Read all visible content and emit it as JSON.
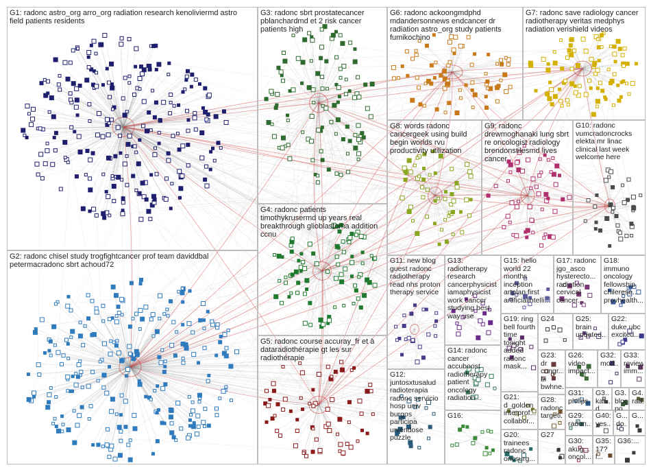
{
  "groups": [
    {
      "id": "G1",
      "label": "G1: radonc astro_org arro_org radiation research kenoliviermd astro\nfield patients residents",
      "color": "#1f1f6e"
    },
    {
      "id": "G2",
      "label": "G2: radonc chisel study trogfightcancer prof team daviddbal\npetermacradonc sbrt achoud72",
      "color": "#2f7bbd"
    },
    {
      "id": "G3",
      "label": "G3: radonc sbrt prostatecancer\npblanchardmd et 2 risk cancer\npatients high",
      "color": "#2e6b2e"
    },
    {
      "id": "G4",
      "label": "G4: radonc patients\ntimothykrusermd up years real\nbreakthrough glioblastoma addition\nccnu",
      "color": "#1f7a2e"
    },
    {
      "id": "G5",
      "label": "G5: radonc course accuray_fr et à\ndataradiothérapie gt les sur\nradiothérapie",
      "color": "#8b1a1a"
    },
    {
      "id": "G6",
      "label": "G6: radonc ackoongmdphd\nmdandersonnews endcancer dr\nradiation astro_org study patients\nfumikochino",
      "color": "#c87a1a"
    },
    {
      "id": "G7",
      "label": "G7: radonc save radiology cancer\nradiotherapy veritas medphys\nradiation verishield videos",
      "color": "#d4b000"
    },
    {
      "id": "G8",
      "label": "G8: words radonc\ncancergeek using build\nbegin worlds rvu\nproductivity utilization",
      "color": "#8aa61e"
    },
    {
      "id": "G9",
      "label": "G9: radonc\ndrewmoghanaki lung sbrt\nre oncologist radiology\nbrendonstilesmd lives\ncancer",
      "color": "#b0306e"
    },
    {
      "id": "G10",
      "label": "G10: radonc\nvumcradoncrocks\nelekta mr linac\nclinical last week\nwelcome here",
      "color": "#4a4a4a"
    },
    {
      "id": "G11",
      "label": "G11: new blog\nguest radonc\nradiotherapy\nread nhs proton\ntherapy service",
      "color": "#4a3a8a"
    },
    {
      "id": "G12",
      "label": "G12:\njuntosxtusalud\nradioterapia\nradonc servicio\nhosp univ\nburgos\nparticipa\nuniéndose\npuzzle",
      "color": "#2a5a7a"
    },
    {
      "id": "G13",
      "label": "G13:\nradiotherapy\nresearch\ncancerphysicist\niamaphysicist\nwork cancer\nstudying best\nway use",
      "color": "#6a2a8a"
    },
    {
      "id": "G14",
      "label": "G14: radonc\ncancer\naccuboost\nradiotherapy\npatient\noncology\nradiation...",
      "color": "#3a7a5a"
    },
    {
      "id": "G15",
      "label": "G15: hello\nworld 22\nmonths\ninception\nartplan first\nartificialintelli...",
      "color": "#5a5a9a"
    },
    {
      "id": "G16",
      "label": "G16:",
      "color": "#3a8a3a"
    },
    {
      "id": "G17",
      "label": "G17: radonc\njgo_asco\nhysterecto...\nradiation\ncervical\ncancer...",
      "color": "#7a3a7a"
    },
    {
      "id": "G18",
      "label": "G18:\nimmuno\noncology\nfellowship\nchilerese...\nprovhealth...",
      "color": "#3a5a9a"
    },
    {
      "id": "G19",
      "label": "G19: ring\nbell fourth\ntime\ntonight\nadded\nradonc\nmask...",
      "color": "#5a2a6a"
    },
    {
      "id": "G20",
      "label": "G20:\ntrainees\nradonc\noncsurg...",
      "color": "#2a6a6a"
    },
    {
      "id": "G21",
      "label": "G21:\nd_golden\ninterprof...\ncollabor...",
      "color": "#6a6a2a"
    },
    {
      "id": "G22",
      "label": "G22:\nduke ubc\nexcited...",
      "color": "#3a3a8a"
    },
    {
      "id": "G23",
      "label": "G23: dr\ncongr...\nbi\nbwhne...",
      "color": "#6a3a3a"
    },
    {
      "id": "G24",
      "label": "G24",
      "color": "#3a3a3a"
    },
    {
      "id": "G25",
      "label": "G25: brain\nupdated...",
      "color": "#5a3a7a"
    },
    {
      "id": "G26",
      "label": "G26:\nvideo\nimpact...",
      "color": "#3a6a3a"
    },
    {
      "id": "G27",
      "label": "G27",
      "color": "#3a3a3a"
    },
    {
      "id": "G28",
      "label": "G28:\nradonc\ntargeti...",
      "color": "#7a5a2a"
    },
    {
      "id": "G29",
      "label": "G29:\nradon...",
      "color": "#2a5a5a"
    },
    {
      "id": "G30",
      "label": "G30:\nakug...\noncol...",
      "color": "#8a2a5a"
    },
    {
      "id": "G31",
      "label": "G31:\nphilips...",
      "color": "#2a5a8a"
    },
    {
      "id": "G32",
      "label": "G32:\nmod...",
      "color": "#3a3a6a"
    },
    {
      "id": "G33",
      "label": "G33:\nreview\nimm...",
      "color": "#5a3a5a"
    },
    {
      "id": "G34",
      "label": "G3...\nkal...\nd...",
      "color": "#3a3a3a"
    },
    {
      "id": "G35",
      "label": "G35:\n17?l...",
      "color": "#6a4a2a"
    },
    {
      "id": "G36",
      "label": "G36:...",
      "color": "#3a3a3a"
    },
    {
      "id": "G37",
      "label": "G3...\nblog\npo...",
      "color": "#3a5a3a"
    },
    {
      "id": "G38",
      "label": "G4...\nrad...",
      "color": "#5a5a3a"
    },
    {
      "id": "G39",
      "label": "G...\ndo...",
      "color": "#3a3a5a"
    },
    {
      "id": "G40",
      "label": "G40:\nyes...",
      "color": "#4a4a4a"
    },
    {
      "id": "G41",
      "label": "G...",
      "color": "#3a3a3a"
    }
  ],
  "colors": {
    "background": "#ffffff",
    "box_border": "#bdbdbd",
    "edge": "#8a8a8a",
    "edge_red": "#d04040"
  }
}
